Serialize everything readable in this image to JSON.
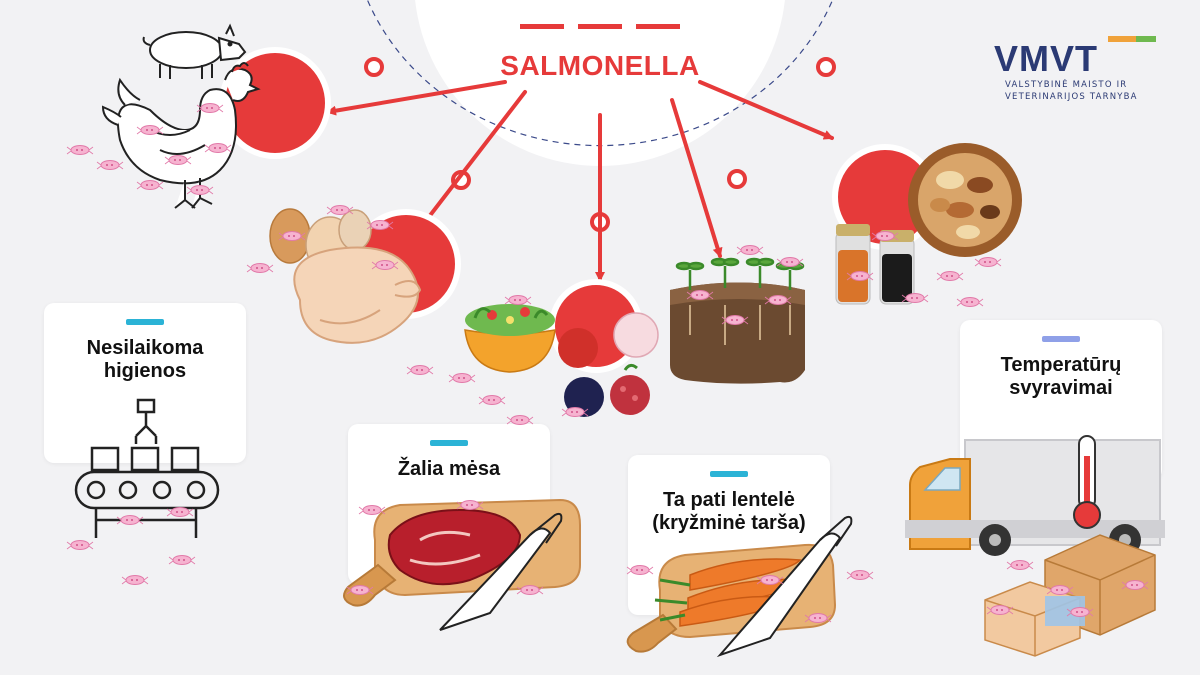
{
  "title": "SALMONELLA",
  "logo": {
    "mark": "VMVT",
    "line1": "VALSTYBINĖ MAISTO IR",
    "line2": "VETERINARIJOS TARNYBA"
  },
  "cards": [
    {
      "id": "hygiene",
      "title": "Nesilaikoma\nhigienos"
    },
    {
      "id": "raw-meat",
      "title": "Žalia mėsa"
    },
    {
      "id": "cross-contamination",
      "title": "Ta pati lentelė\n(kryžminė tarša)"
    },
    {
      "id": "temperature",
      "title": "Temperatūrų\nsvyravimai"
    }
  ],
  "colors": {
    "accent_red": "#e63a3a",
    "card_bar_blue": "#2bb3d6",
    "card_bar_lavender": "#8fa0e8",
    "logo_navy": "#2b3a74",
    "logo_green": "#6fb94f",
    "logo_orange": "#f0a23a"
  },
  "icons": [
    "pig-icon",
    "chicken-icon",
    "eggs-icon",
    "raw-chicken-icon",
    "salad-bowl-icon",
    "berries-icon",
    "soil-sprouts-icon",
    "spices-icon",
    "nuts-bowl-icon",
    "conveyor-icon",
    "steak-board-icon",
    "carrot-board-icon",
    "truck-icon",
    "thermometer-icon",
    "boxes-icon",
    "bacteria-icon"
  ]
}
